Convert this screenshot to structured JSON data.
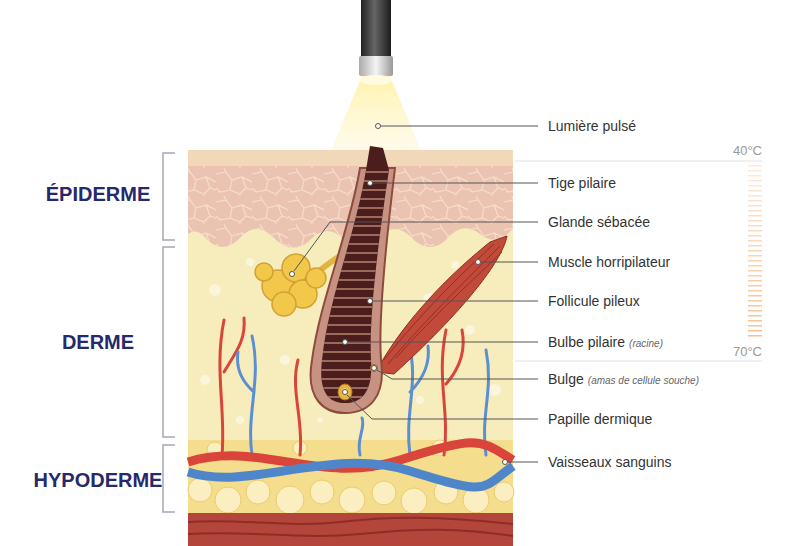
{
  "diagram": {
    "labels": [
      "ÉPIDERME",
      "DERME",
      "HYPODERME",
      "Lumière pulsé",
      "40°C",
      "Tige pilaire",
      "Glande sébacée",
      "Muscle horripilateur",
      "Follicule pileux",
      "Bulbe pilaire",
      "(racine)",
      "70°C",
      "Bulge",
      "(amas de cellule souche)",
      "Papille dermique",
      "Vaisseaux sanguins"
    ]
  }
}
